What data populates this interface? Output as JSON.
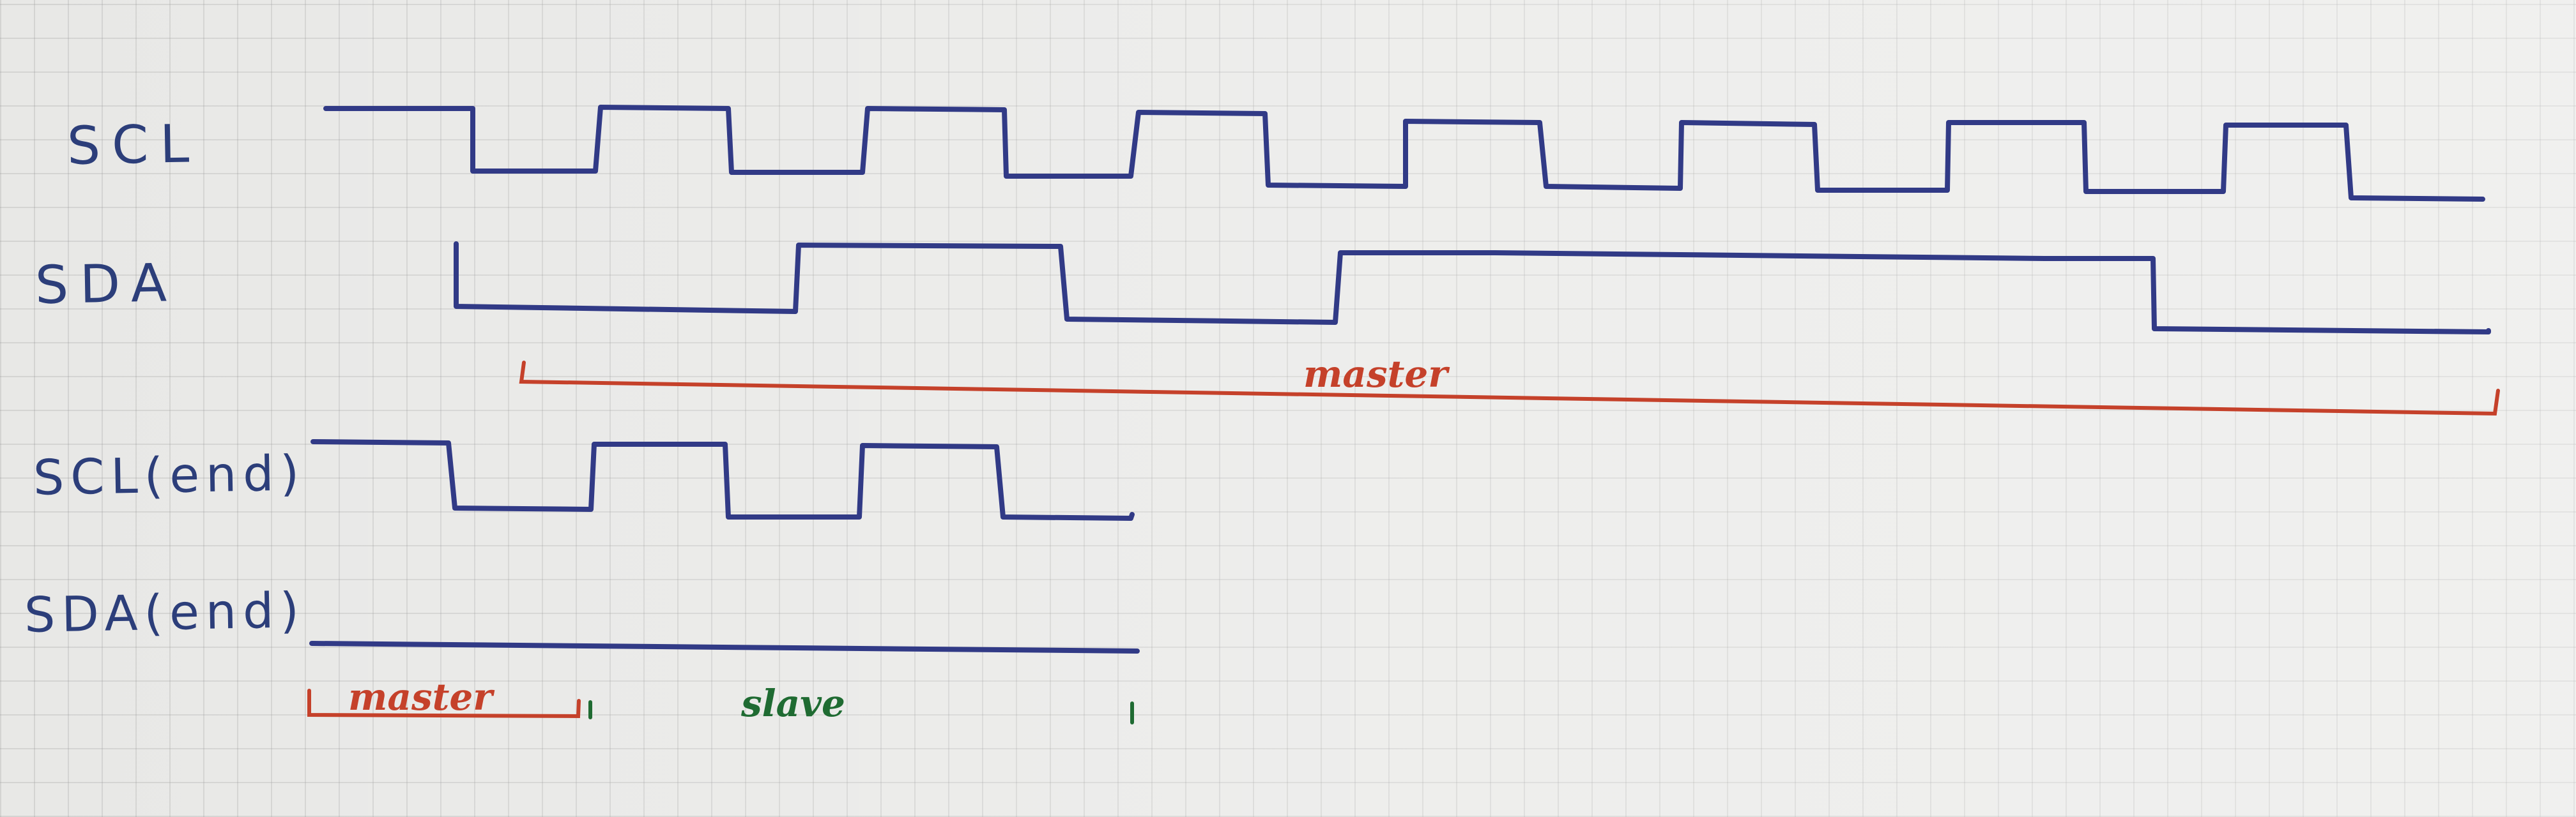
{
  "labels": {
    "scl": "SCL",
    "sda": "SDA",
    "scl_end": "SCL(end)",
    "sda_end": "SDA(end)"
  },
  "annotations": {
    "master_top": "master",
    "master_bottom": "master",
    "slave": "slave"
  },
  "colors": {
    "signal": "#313a86",
    "master": "#c5412a",
    "slave": "#1f6b32",
    "grid": "#9a9a9a",
    "paper": "#e8e8e6"
  }
}
